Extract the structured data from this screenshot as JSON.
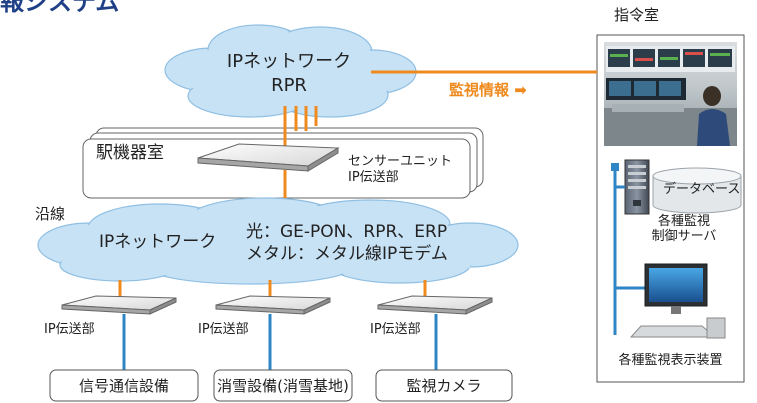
{
  "title_fragment": "報システム",
  "command_room": {
    "title": "指令室",
    "database_label": "データベース",
    "server_label": "各種監視\n制御サーバ",
    "display_label": "各種監視表示装置"
  },
  "upper_network": {
    "name": "IPネットワーク",
    "protocol": "RPR"
  },
  "monitoring_info": {
    "label": "監視情報",
    "arrow": "➡"
  },
  "station_room": {
    "title": "駅機器室",
    "device_label": "センサーユニット\nIP伝送部"
  },
  "wayside": {
    "title": "沿線"
  },
  "lower_network": {
    "name": "IPネットワーク",
    "tech_line1": "光：GE-PON、RPR、ERP",
    "tech_line2": "メタル：メタル線IPモデム"
  },
  "field_units": [
    {
      "transmitter_label": "IP伝送部",
      "equipment": "信号通信設備"
    },
    {
      "transmitter_label": "IP伝送部",
      "equipment": "消雪設備(消雪基地)"
    },
    {
      "transmitter_label": "IP伝送部",
      "equipment": "監視カメラ"
    }
  ],
  "colors": {
    "cloud_fill": "#c8e2f5",
    "cloud_stroke": "#8fbfe3",
    "orange_link": "#ee8a1e",
    "blue_link": "#2f86c6",
    "title_blue": "#1f3f86"
  }
}
